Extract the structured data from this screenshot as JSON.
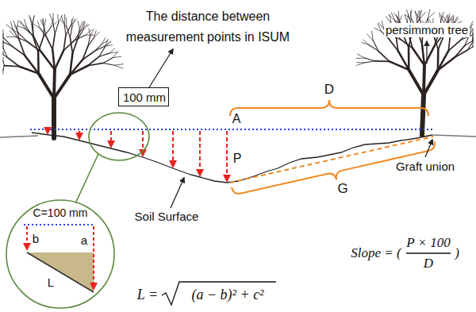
{
  "diagram": {
    "nodes": [
      {
        "text": [
          "100 mm"
        ]
      }
    ],
    "labels": [
      "The distance between measurement points in ISUM",
      "persimmon tree",
      "A",
      "D",
      "Graft union",
      "P",
      "G",
      "Soil Surface",
      "C=100 mm",
      "b",
      "a",
      "L",
      "Slope = (",
      "P × 100",
      "D",
      ")",
      "L =",
      "(a − b)² + c²"
    ]
  }
}
